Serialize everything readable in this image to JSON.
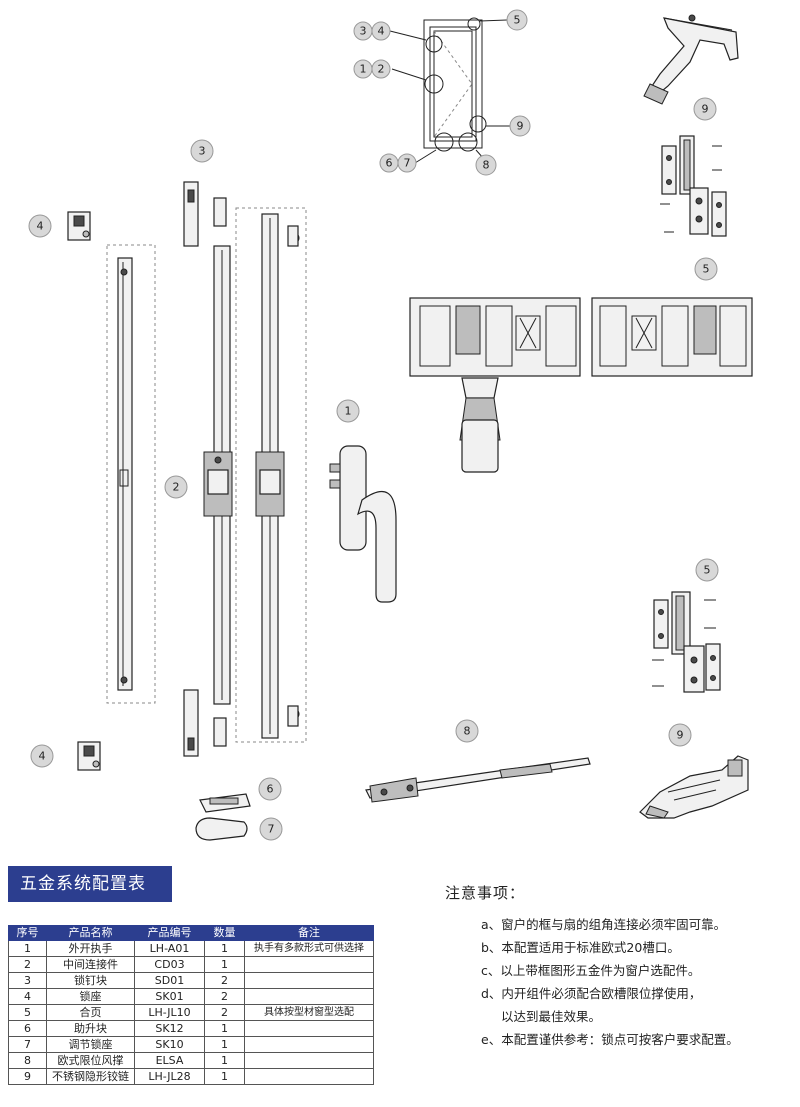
{
  "callouts": {
    "small_frame": [
      "3",
      "4",
      "5",
      "1",
      "2",
      "9",
      "6",
      "7",
      "8"
    ],
    "top_right_hinge": "9",
    "hinge_set_top": "9",
    "profile_section": "5",
    "espag_rod": "3",
    "keeper_top": "4",
    "espag_main": "2",
    "handle": "1",
    "hinge_set_mid": "5",
    "keeper_bottom": "4",
    "lift_block": "6",
    "adjust_keeper": "7",
    "restrictor": "8",
    "bottom_hinge": "9"
  },
  "table": {
    "title": "五金系统配置表",
    "headers": [
      "序号",
      "产品名称",
      "产品编号",
      "数量",
      "备注"
    ],
    "rows": [
      [
        "1",
        "外开执手",
        "LH-A01",
        "1",
        "执手有多款形式可供选择"
      ],
      [
        "2",
        "中间连接件",
        "CD03",
        "1",
        ""
      ],
      [
        "3",
        "锁钉块",
        "SD01",
        "2",
        ""
      ],
      [
        "4",
        "锁座",
        "SK01",
        "2",
        ""
      ],
      [
        "5",
        "合页",
        "LH-JL10",
        "2",
        "具体按型材窗型选配"
      ],
      [
        "6",
        "助升块",
        "SK12",
        "1",
        ""
      ],
      [
        "7",
        "调节锁座",
        "SK10",
        "1",
        ""
      ],
      [
        "8",
        "欧式限位风撑",
        "ELSA",
        "1",
        ""
      ],
      [
        "9",
        "不锈钢隐形铰链",
        "LH-JL28",
        "1",
        ""
      ]
    ]
  },
  "notes": {
    "title": "注意事项：",
    "items": [
      "a、窗户的框与扇的组角连接必须牢固可靠。",
      "b、本配置适用于标准欧式20槽口。",
      "c、以上带框图形五金件为窗户选配件。",
      "d、内开组件必须配合欧槽限位撑使用，",
      "以达到最佳效果。",
      "e、本配置谨供参考：锁点可按客户要求配置。"
    ]
  },
  "colors": {
    "header_blue": "#2c3e8f",
    "callout_grey": "#d8d8d8"
  }
}
